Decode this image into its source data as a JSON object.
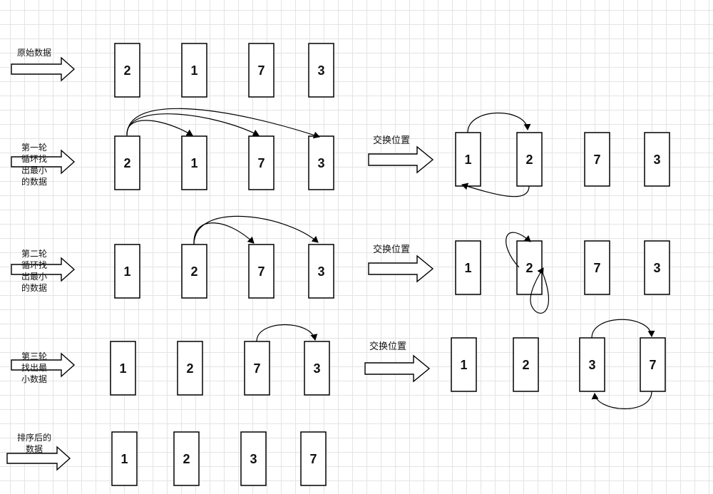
{
  "stages": [
    {
      "label": "原始数据",
      "values": [
        "2",
        "1",
        "7",
        "3"
      ]
    },
    {
      "label": "第一轮\n循环找\n出最小\n的数据",
      "values": [
        "2",
        "1",
        "7",
        "3"
      ]
    },
    {
      "label": "第二轮\n循环找\n出最小\n的数据",
      "values": [
        "1",
        "2",
        "7",
        "3"
      ]
    },
    {
      "label": "第三轮\n找出最\n小数据",
      "values": [
        "1",
        "2",
        "7",
        "3"
      ]
    },
    {
      "label": "排序后的\n数据",
      "values": [
        "1",
        "2",
        "3",
        "7"
      ]
    }
  ],
  "swaps": [
    {
      "label": "交换位置",
      "values": [
        "1",
        "2",
        "7",
        "3"
      ]
    },
    {
      "label": "交换位置",
      "values": [
        "1",
        "2",
        "7",
        "3"
      ]
    },
    {
      "label": "交换位置",
      "values": [
        "1",
        "2",
        "3",
        "7"
      ]
    }
  ]
}
